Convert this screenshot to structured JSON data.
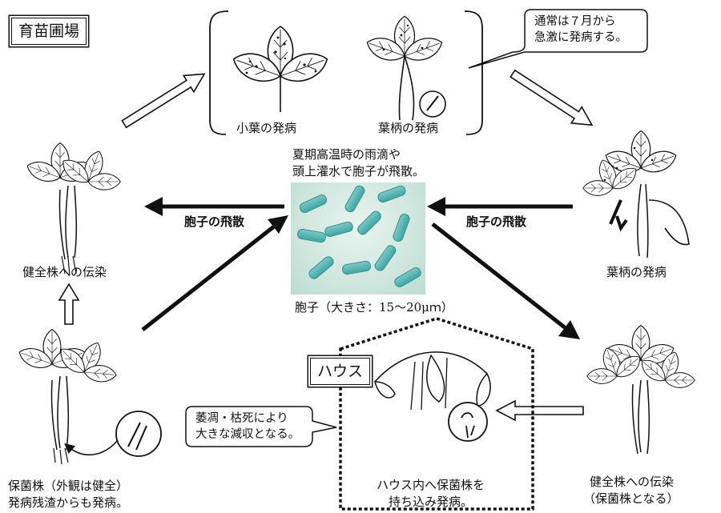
{
  "labels": {
    "nursery": "育苗圃場",
    "house": "ハウス",
    "leaflet_disease": "小葉の発病",
    "petiole_disease_top": "葉柄の発病",
    "rain_line1": "夏期高温時の雨滴や",
    "rain_line2": "頭上灌水で胞子が飛散。",
    "spore_dispersal_left": "胞子の飛散",
    "spore_dispersal_right": "胞子の飛散",
    "healthy_infection_left": "健全株への伝染",
    "petiole_disease_right": "葉柄の発病",
    "spore_size": "胞子（大きさ：15〜20μｍ）",
    "carrier_line1": "保菌株（外観は健全）",
    "carrier_line2": "発病残渣からも発病。",
    "house_line1": "ハウス内へ保菌株を",
    "house_line2": "持ち込み発病。",
    "healthy_infection_right_line1": "健全株への伝染",
    "healthy_infection_right_line2": "（保菌株となる）"
  },
  "callouts": {
    "onset_line1": "通常は７月から",
    "onset_line2": "急激に発病する。",
    "wilt_line1": "萎凋・枯死により",
    "wilt_line2": "大きな減収となる。"
  },
  "colors": {
    "ink": "#111111",
    "spore": "#3fa7a6",
    "photo_bg": "#cfe6de"
  }
}
